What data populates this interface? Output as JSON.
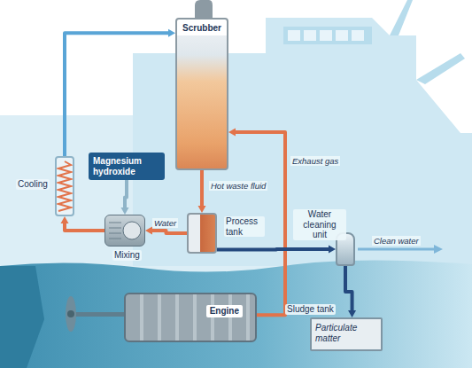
{
  "diagram": {
    "nodes": [
      {
        "text": [
          "Scrubber"
        ]
      },
      {
        "text": [
          "Magnesium hydroxide"
        ]
      },
      {
        "text": [
          "Cooling"
        ]
      },
      {
        "text": [
          "Mixing"
        ]
      },
      {
        "text": [
          "Process tank"
        ]
      },
      {
        "text": [
          "Water cleaning unit"
        ]
      },
      {
        "text": [
          "Sludge tank",
          "Particulate matter"
        ]
      },
      {
        "text": [
          "Engine"
        ]
      }
    ],
    "edges": [
      {
        "from": 0,
        "to": 4,
        "label": "Hot waste fluid",
        "arrow": "to"
      },
      {
        "from": 4,
        "to": 3,
        "label": "Water",
        "arrow": "to"
      },
      {
        "from": 3,
        "to": 2,
        "arrow": "to"
      },
      {
        "from": 2,
        "to": 0,
        "arrow": "to"
      },
      {
        "from": 1,
        "to": 3,
        "arrow": "to"
      },
      {
        "from": 7,
        "to": 0,
        "label": "Exhaust gas",
        "arrow": "to"
      },
      {
        "from": 4,
        "to": 5,
        "arrow": "to"
      },
      {
        "from": 5,
        "to": 6,
        "arrow": "to"
      }
    ],
    "labels": [
      "Clean water"
    ]
  }
}
